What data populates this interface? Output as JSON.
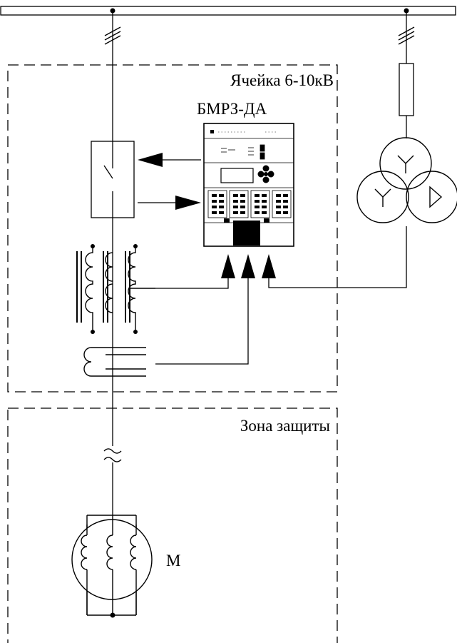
{
  "labels": {
    "cell": "Ячейка 6-10кВ",
    "device": "БМРЗ-ДА",
    "zone": "Зона защиты",
    "motor": "M"
  },
  "colors": {
    "line": "#000000",
    "background": "#ffffff"
  }
}
